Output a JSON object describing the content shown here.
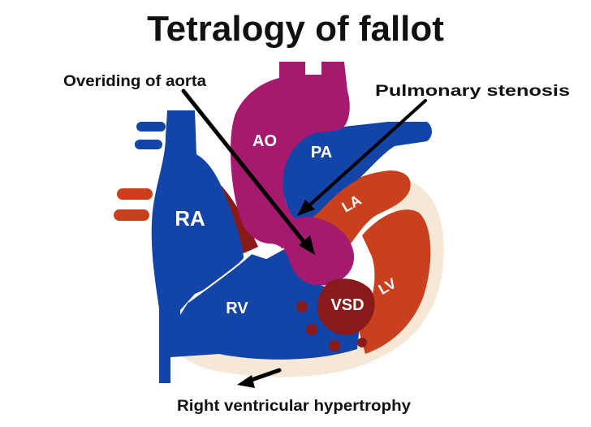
{
  "title": "Tetralogy of fallot",
  "annotations": {
    "overriding_aorta": "Overiding of aorta",
    "pulmonary_stenosis": "Pulmonary stenosis",
    "rv_hypertrophy": "Right ventricular hypertrophy"
  },
  "chambers": {
    "ao": "AO",
    "pa": "PA",
    "ra": "RA",
    "la": "LA",
    "rv": "RV",
    "lv": "LV",
    "vsd": "VSD"
  },
  "colors": {
    "deoxygenated_blue": "#1344a8",
    "oxygenated_red": "#c8401e",
    "aorta_magenta": "#a5196f",
    "vsd_darkred": "#8a1a1a",
    "myocardium_cream": "#f6e8d4",
    "arrow": "#000000"
  }
}
